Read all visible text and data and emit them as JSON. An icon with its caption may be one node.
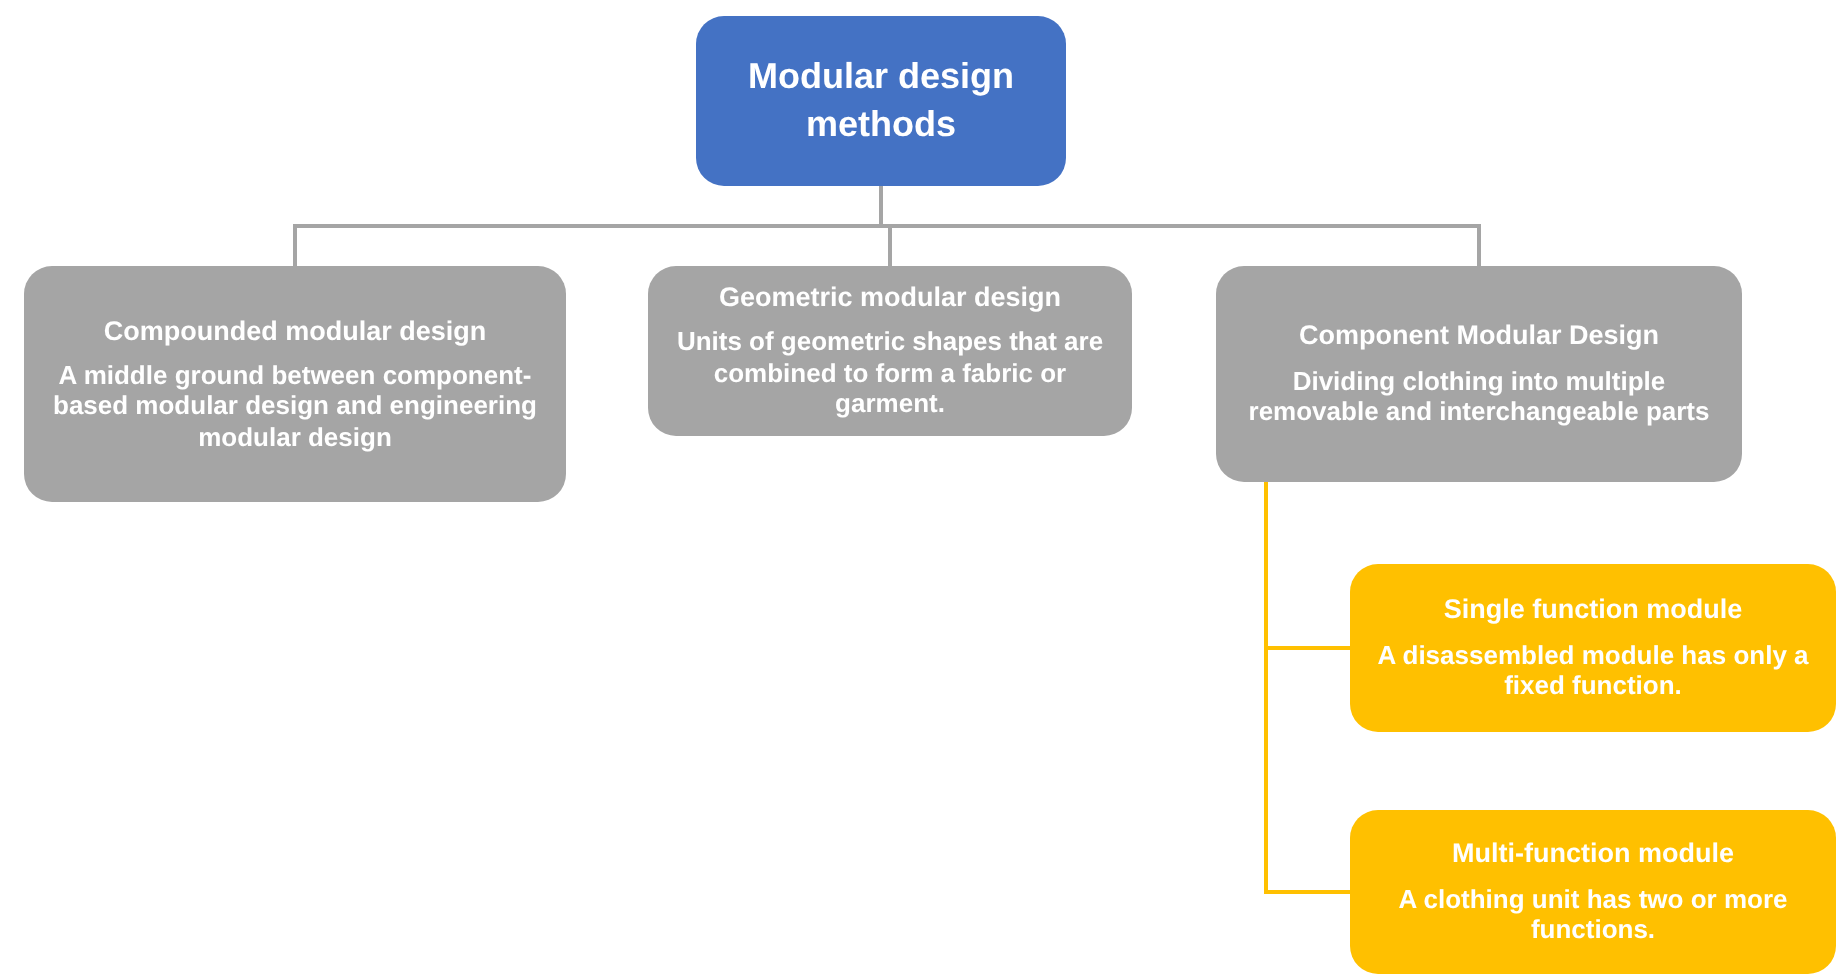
{
  "diagram": {
    "nodes": [
      {
        "text": [
          "Modular design methods"
        ]
      },
      {
        "text": [
          "Compounded modular design",
          "A middle ground between component-based modular design and engineering modular design"
        ]
      },
      {
        "text": [
          "Geometric modular design",
          "Units of geometric shapes that are combined to form a fabric or garment."
        ]
      },
      {
        "text": [
          "Component Modular Design",
          "Dividing clothing into multiple removable and interchangeable parts"
        ]
      },
      {
        "text": [
          "Single function module",
          "A disassembled module has only a fixed function."
        ]
      },
      {
        "text": [
          "Multi-function module",
          "A clothing unit has two or more functions."
        ]
      }
    ],
    "edges": [
      {
        "from": 0,
        "to": 1,
        "arrow": "none"
      },
      {
        "from": 0,
        "to": 2,
        "arrow": "none"
      },
      {
        "from": 0,
        "to": 3,
        "arrow": "none"
      },
      {
        "from": 3,
        "to": 4,
        "arrow": "none",
        "color": "#ffc000"
      },
      {
        "from": 3,
        "to": 5,
        "arrow": "none",
        "color": "#ffc000"
      }
    ]
  }
}
